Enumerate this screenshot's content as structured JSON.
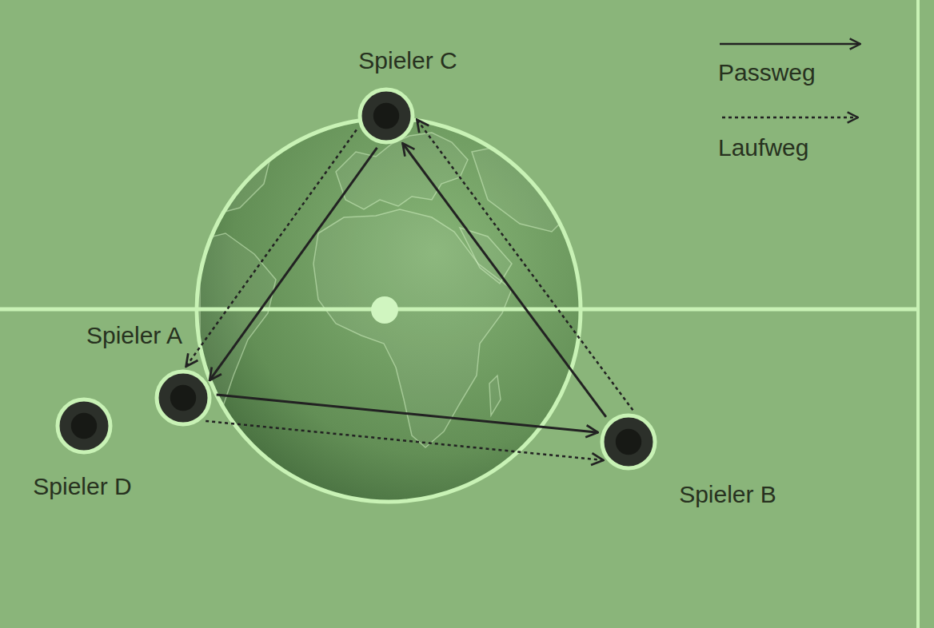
{
  "diagram": {
    "nodes": [
      {
        "text": [
          "Spieler C"
        ]
      },
      {
        "text": [
          "Spieler A"
        ]
      },
      {
        "text": [
          "Spieler B"
        ]
      },
      {
        "text": [
          "Spieler D"
        ]
      }
    ],
    "edges": [
      {
        "from": 0,
        "to": 1,
        "arrow": "to"
      },
      {
        "from": 1,
        "to": 2,
        "arrow": "to"
      },
      {
        "from": 2,
        "to": 0,
        "arrow": "to"
      },
      {
        "from": 0,
        "to": 1,
        "arrow": "to"
      },
      {
        "from": 1,
        "to": 2,
        "arrow": "to"
      },
      {
        "from": 2,
        "to": 0,
        "arrow": "to"
      }
    ],
    "legend": [
      {
        "text": "Passweg"
      },
      {
        "text": "Laufweg"
      }
    ]
  }
}
